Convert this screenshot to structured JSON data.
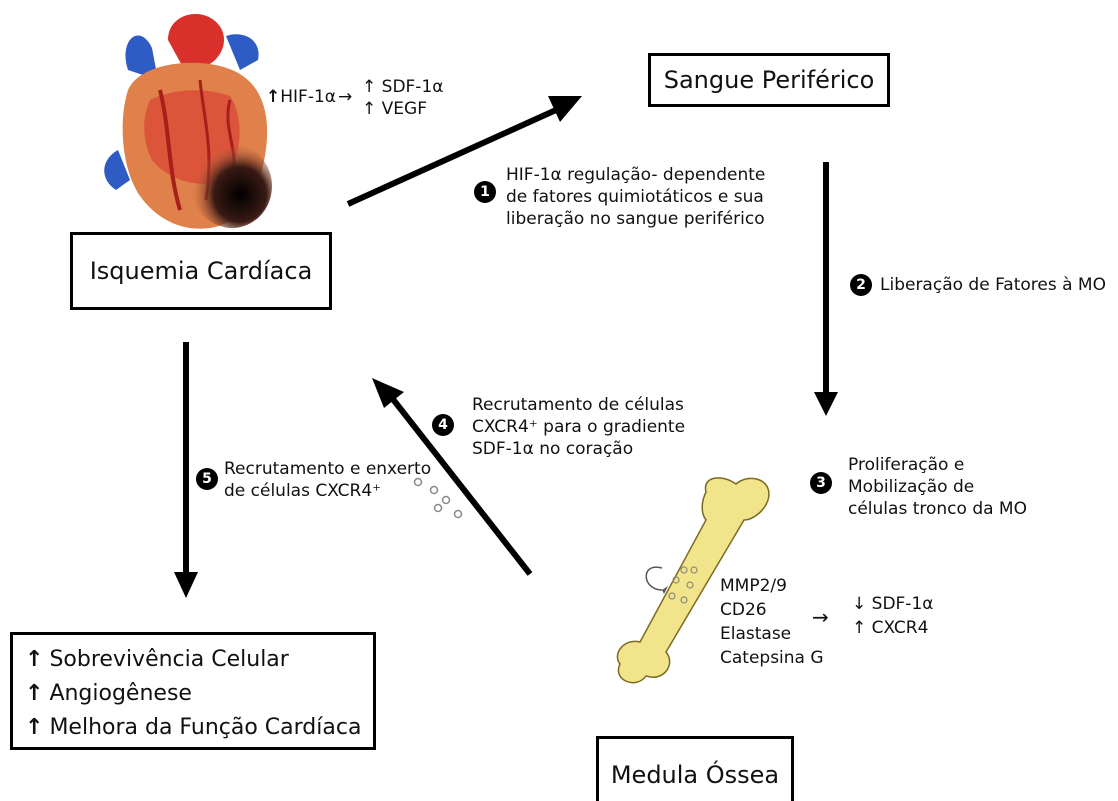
{
  "nodes": {
    "ischemia": "Isquemia Cardíaca",
    "blood": "Sangue Periférico",
    "marrow": "Medula Óssea"
  },
  "heart_factors": {
    "arrow_up": "↑",
    "hif": "HIF-1α",
    "arrow_right": "→",
    "lines": [
      "↑ SDF-1α",
      "↑ VEGF"
    ]
  },
  "steps": [
    {
      "num": "1",
      "lines": [
        "HIF-1α regulação- dependente",
        "de fatores quimiotáticos e sua",
        "liberação no sangue periférico"
      ]
    },
    {
      "num": "2",
      "lines": [
        "Liberação de Fatores à MO"
      ]
    },
    {
      "num": "3",
      "lines": [
        "Proliferação e",
        "Mobilização  de",
        "células tronco da MO"
      ]
    },
    {
      "num": "4",
      "lines": [
        "Recrutamento de células",
        "CXCR4⁺ para o gradiente",
        "SDF-1α no coração"
      ]
    },
    {
      "num": "5",
      "lines": [
        "Recrutamento e enxerto",
        "de células CXCR4⁺"
      ]
    }
  ],
  "enzymes": [
    "MMP2/9",
    "CD26",
    "Elastase",
    "Catepsina G"
  ],
  "enzyme_arrow": "→",
  "enzyme_effects": [
    "↓ SDF-1α",
    "↑ CXCR4"
  ],
  "outcomes": [
    {
      "arrow": "↑",
      "text": "Sobrevivência Celular"
    },
    {
      "arrow": "↑",
      "text": "Angiogênese"
    },
    {
      "arrow": "↑",
      "text": "Melhora da Função Cardíaca"
    }
  ],
  "colors": {
    "heart_red": "#d9302c",
    "heart_orange": "#e0804a",
    "vessel_blue": "#2f5bc4",
    "bone": "#f2e48a",
    "bone_outline": "#7c6a22"
  }
}
